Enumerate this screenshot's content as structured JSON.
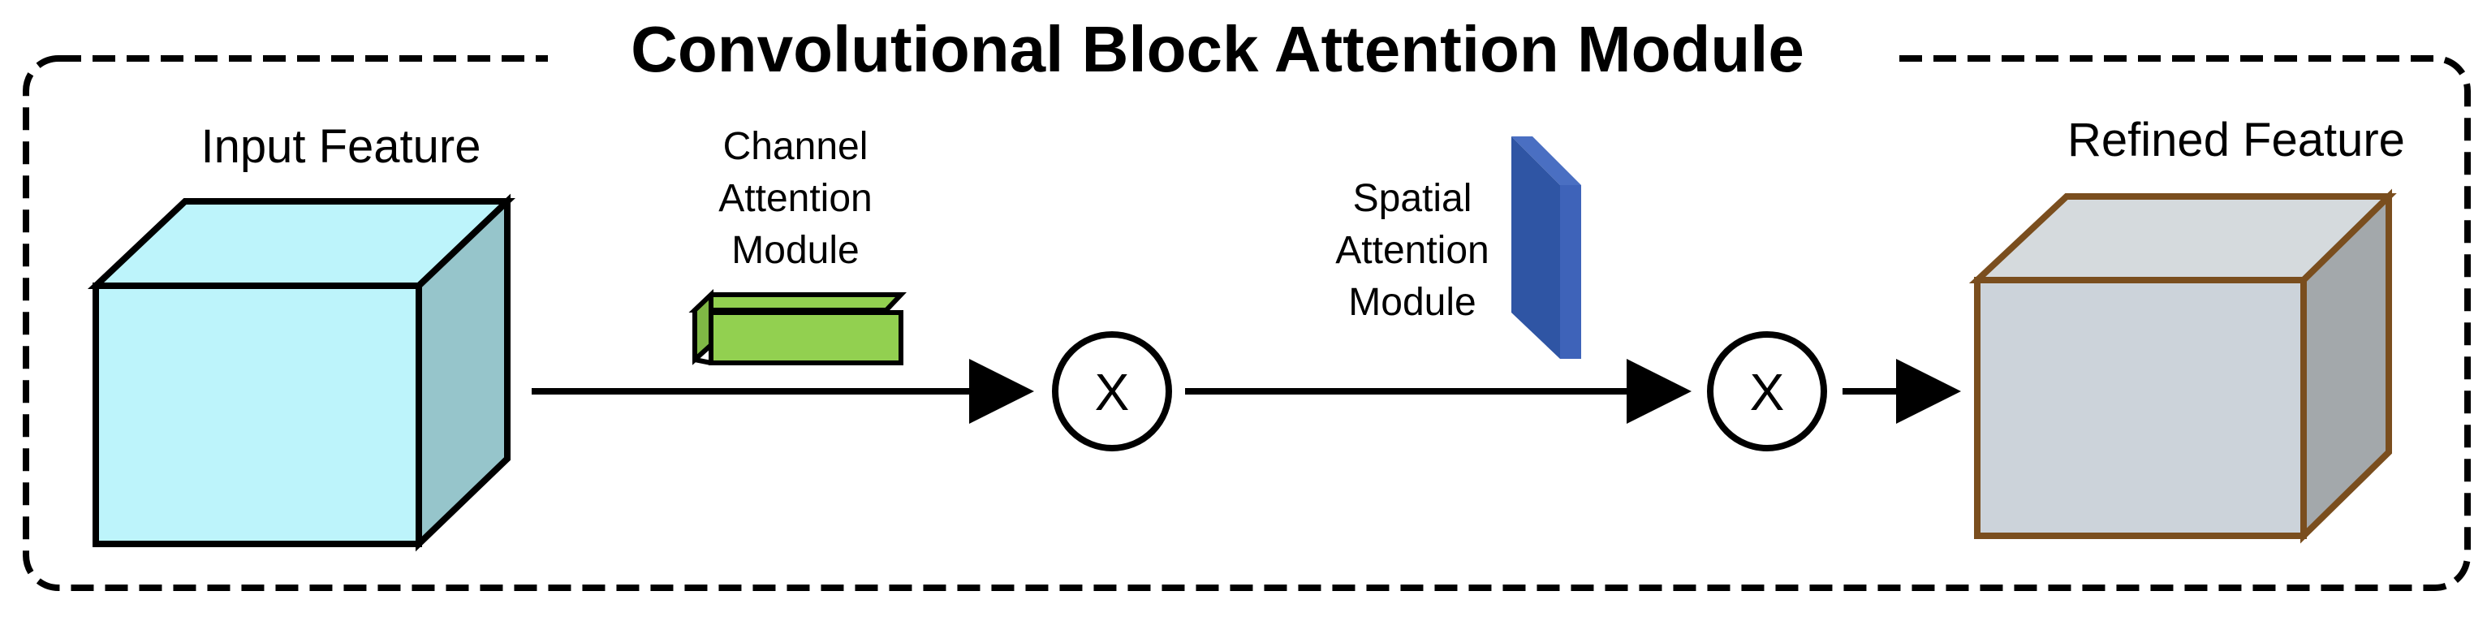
{
  "diagram": {
    "title": "Convolutional Block Attention Module",
    "input": {
      "label": "Input Feature"
    },
    "channel_module": {
      "line1": "Channel",
      "line2": "Attention",
      "line3": "Module"
    },
    "spatial_module": {
      "line1": "Spatial",
      "line2": "Attention",
      "line3": "Module"
    },
    "multiply_1": {
      "symbol": "X"
    },
    "multiply_2": {
      "symbol": "X"
    },
    "output": {
      "label": "Refined Feature"
    },
    "colors": {
      "input_cube_front": "#BDF4FB",
      "input_cube_top": "#BDF4FB",
      "input_cube_side": "#96C5CB",
      "channel_block": "#92D050",
      "spatial_block_front": "#2F55A4",
      "spatial_block_side": "#3E63B9",
      "output_cube_front": "#CCD3DA",
      "output_cube_top": "#D5DADD",
      "output_cube_side": "#A3A8AB",
      "output_cube_border": "#7A4E1E",
      "border": "#000000"
    }
  }
}
